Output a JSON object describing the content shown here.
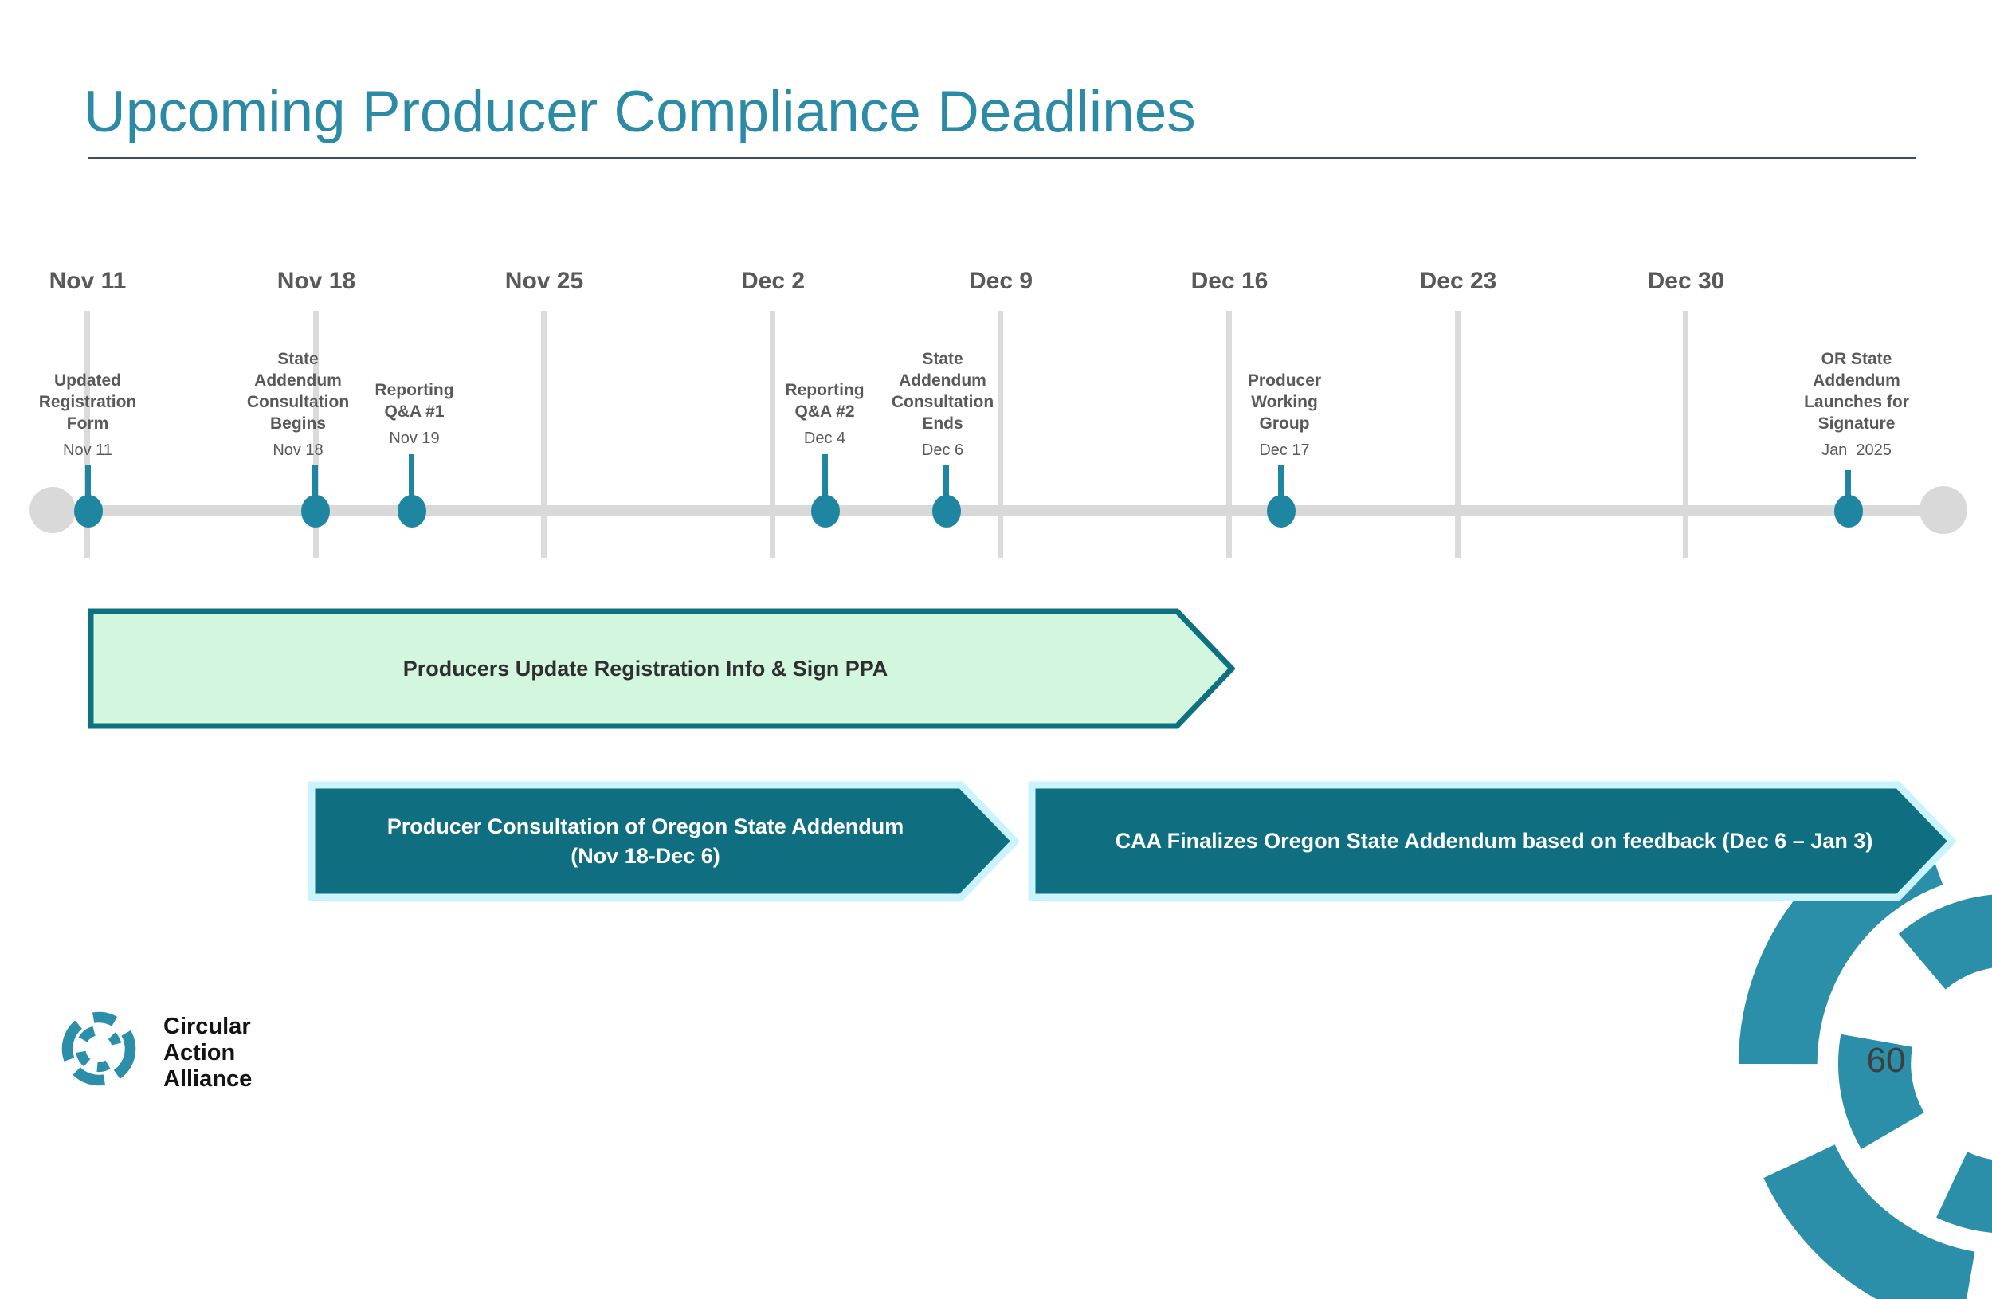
{
  "slide": {
    "title": "Upcoming Producer Compliance Deadlines",
    "page_number": "60"
  },
  "timeline": {
    "weeks": [
      "Nov 11",
      "Nov 18",
      "Nov 25",
      "Dec 2",
      "Dec 9",
      "Dec 16",
      "Dec 23",
      "Dec 30"
    ],
    "events": [
      {
        "title": "Updated\nRegistration\nForm",
        "date": "Nov 11"
      },
      {
        "title": "State\nAddendum\nConsultation\nBegins",
        "date": "Nov 18"
      },
      {
        "title": "Reporting\nQ&A #1",
        "date": "Nov 19"
      },
      {
        "title": "Reporting\nQ&A #2",
        "date": "Dec 4"
      },
      {
        "title": "State\nAddendum\nConsultation\nEnds",
        "date": "Dec 6"
      },
      {
        "title": "Producer\nWorking\nGroup",
        "date": "Dec 17"
      },
      {
        "title": "OR State\nAddendum\nLaunches for\nSignature",
        "date": "Jan  2025"
      }
    ]
  },
  "banners": {
    "green": "Producers Update Registration Info & Sign PPA",
    "teal1": "Producer Consultation of Oregon State Addendum\n(Nov 18-Dec 6)",
    "teal2": "CAA Finalizes Oregon State Addendum based on feedback (Dec 6 – Jan 3)"
  },
  "logo": {
    "lines": [
      "Circular",
      "Action",
      "Alliance"
    ]
  },
  "colors": {
    "title_teal": "#2B8AA6",
    "accent_teal": "#1F86A2",
    "banner_teal_fill": "#0F6F80",
    "banner_teal_border": "#C9F4FD",
    "banner_green_fill": "#D3F7DE",
    "banner_green_border": "#0E7180",
    "timeline_gray": "#D9D9D9",
    "text_gray": "#595959",
    "logo_teal": "#2B8FA9"
  }
}
